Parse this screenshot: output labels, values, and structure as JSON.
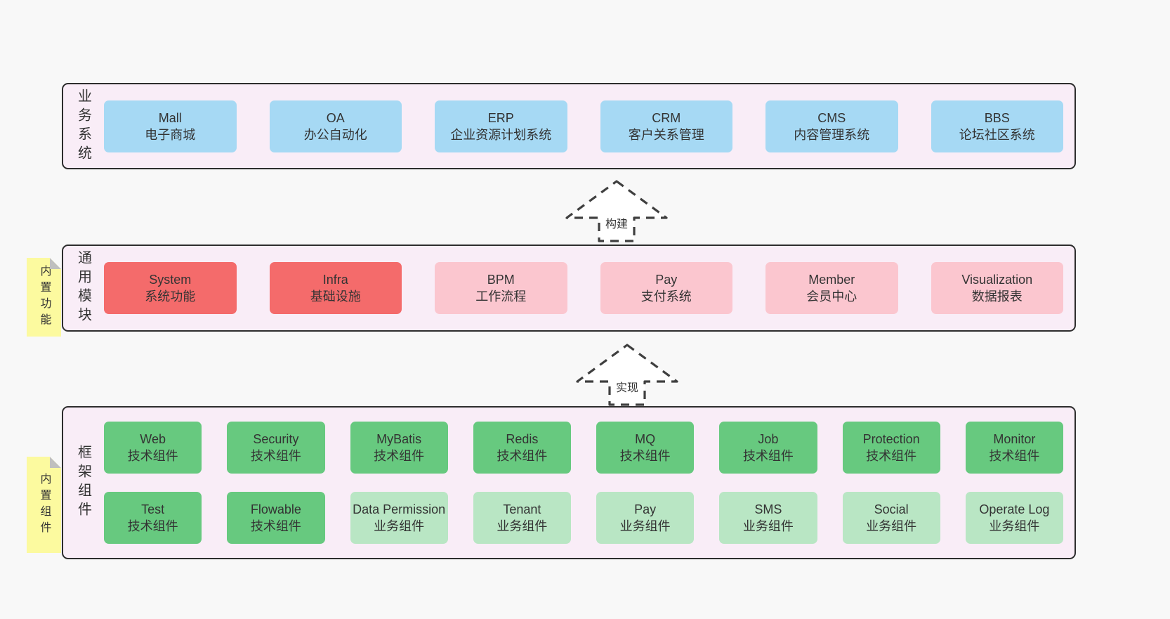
{
  "colors": {
    "page-bg": "#f8f8f8",
    "panel-bg": "#f9edf7",
    "panel-border": "#2d2d2d",
    "blue-box": "#a6d9f4",
    "red-box": "#f46b6b",
    "pink-box": "#fbc6cf",
    "green-box": "#67c97f",
    "green-light-box": "#b9e6c4",
    "note-bg": "#fcfa9f",
    "note-fold": "#bfbfbf",
    "text": "#333333",
    "arrow": "#3f3f3f"
  },
  "arrows": [
    {
      "label": "构建"
    },
    {
      "label": "实现"
    }
  ],
  "layers": [
    {
      "label": "业务系统",
      "note": null,
      "rows": [
        [
          {
            "title": "Mall",
            "subtitle": "电子商城",
            "type": "blue"
          },
          {
            "title": "OA",
            "subtitle": "办公自动化",
            "type": "blue"
          },
          {
            "title": "ERP",
            "subtitle": "企业资源计划系统",
            "type": "blue"
          },
          {
            "title": "CRM",
            "subtitle": "客户关系管理",
            "type": "blue"
          },
          {
            "title": "CMS",
            "subtitle": "内容管理系统",
            "type": "blue"
          },
          {
            "title": "BBS",
            "subtitle": "论坛社区系统",
            "type": "blue"
          }
        ]
      ]
    },
    {
      "label": "通用模块",
      "note": "内置功能",
      "rows": [
        [
          {
            "title": "System",
            "subtitle": "系统功能",
            "type": "red"
          },
          {
            "title": "Infra",
            "subtitle": "基础设施",
            "type": "red"
          },
          {
            "title": "BPM",
            "subtitle": "工作流程",
            "type": "pink"
          },
          {
            "title": "Pay",
            "subtitle": "支付系统",
            "type": "pink"
          },
          {
            "title": "Member",
            "subtitle": "会员中心",
            "type": "pink"
          },
          {
            "title": "Visualization",
            "subtitle": "数据报表",
            "type": "pink"
          }
        ]
      ]
    },
    {
      "label": "框架组件",
      "note": "内置组件",
      "rows": [
        [
          {
            "title": "Web",
            "subtitle": "技术组件",
            "type": "green"
          },
          {
            "title": "Security",
            "subtitle": "技术组件",
            "type": "green"
          },
          {
            "title": "MyBatis",
            "subtitle": "技术组件",
            "type": "green"
          },
          {
            "title": "Redis",
            "subtitle": "技术组件",
            "type": "green"
          },
          {
            "title": "MQ",
            "subtitle": "技术组件",
            "type": "green"
          },
          {
            "title": "Job",
            "subtitle": "技术组件",
            "type": "green"
          },
          {
            "title": "Protection",
            "subtitle": "技术组件",
            "type": "green"
          },
          {
            "title": "Monitor",
            "subtitle": "技术组件",
            "type": "green"
          }
        ],
        [
          {
            "title": "Test",
            "subtitle": "技术组件",
            "type": "green"
          },
          {
            "title": "Flowable",
            "subtitle": "技术组件",
            "type": "green"
          },
          {
            "title": "Data Permission",
            "subtitle": "业务组件",
            "type": "green-light"
          },
          {
            "title": "Tenant",
            "subtitle": "业务组件",
            "type": "green-light"
          },
          {
            "title": "Pay",
            "subtitle": "业务组件",
            "type": "green-light"
          },
          {
            "title": "SMS",
            "subtitle": "业务组件",
            "type": "green-light"
          },
          {
            "title": "Social",
            "subtitle": "业务组件",
            "type": "green-light"
          },
          {
            "title": "Operate Log",
            "subtitle": "业务组件",
            "type": "green-light"
          }
        ]
      ]
    }
  ]
}
